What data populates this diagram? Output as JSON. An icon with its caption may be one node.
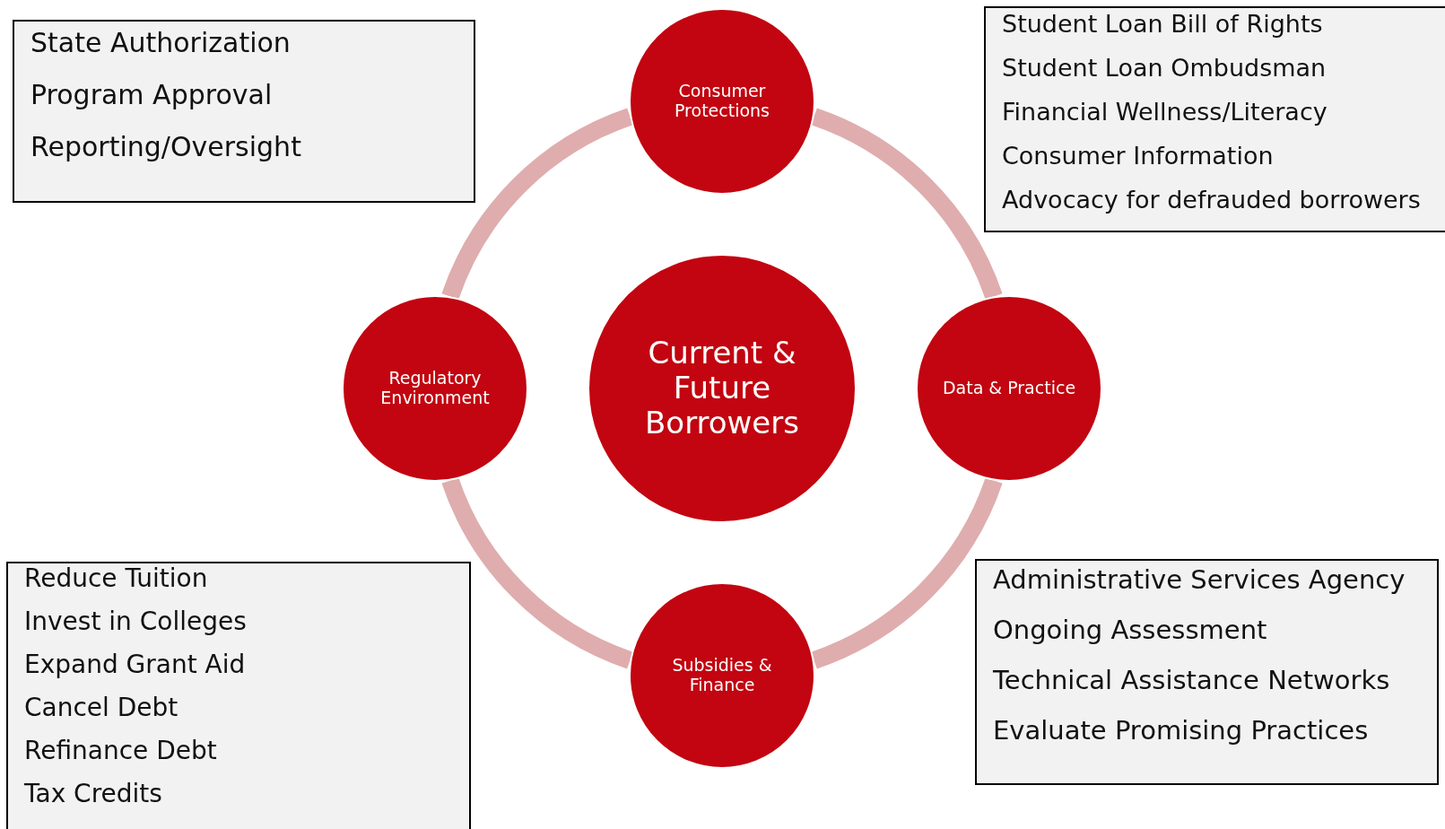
{
  "diagram": {
    "nodes": [
      {
        "text": [
          "State Authorization",
          "Program Approval",
          "Reporting/Oversight"
        ]
      },
      {
        "text": [
          "Consumer Protections"
        ]
      },
      {
        "text": [
          "Student Loan Bill of Rights",
          "Student Loan Ombudsman",
          "Financial Wellness/Literacy",
          "Consumer Information",
          "Advocacy for defrauded borrowers"
        ]
      },
      {
        "text": [
          "Regulatory Environment"
        ]
      },
      {
        "text": [
          "Current & Future Borrowers"
        ]
      },
      {
        "text": [
          "Data & Practice"
        ]
      },
      {
        "text": [
          "Reduce Tuition",
          "Invest in Colleges",
          "Expand Grant Aid",
          "Cancel Debt",
          "Refinance Debt",
          "Tax Credits"
        ]
      },
      {
        "text": [
          "Subsidies & Finance"
        ]
      },
      {
        "text": [
          "Administrative Services Agency",
          "Ongoing Assessment",
          "Technical Assistance Networks",
          "Evaluate Promising Practices"
        ]
      }
    ],
    "edges": [
      {
        "from": 1,
        "to": 5,
        "arrow": "none"
      },
      {
        "from": 5,
        "to": 7,
        "arrow": "none"
      },
      {
        "from": 7,
        "to": 3,
        "arrow": "none"
      },
      {
        "from": 3,
        "to": 1,
        "arrow": "none"
      }
    ]
  }
}
